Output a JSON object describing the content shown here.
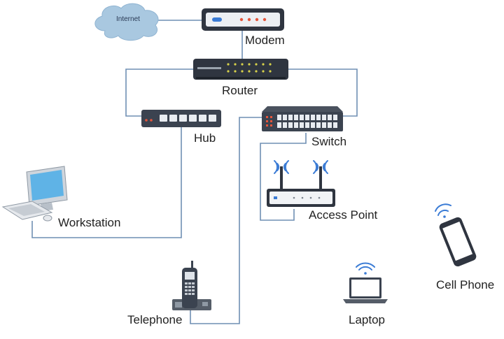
{
  "nodes": {
    "internet": "Internet",
    "modem": "Modem",
    "router": "Router",
    "hub": "Hub",
    "switch": "Switch",
    "access_point": "Access Point",
    "workstation": "Workstation",
    "telephone": "Telephone",
    "laptop": "Laptop",
    "cell_phone": "Cell Phone"
  },
  "colors": {
    "link": "#6f8fb4",
    "device_dark": "#2f3540",
    "cloud": "#a9c8e0",
    "wifi": "#3a7bd5"
  }
}
